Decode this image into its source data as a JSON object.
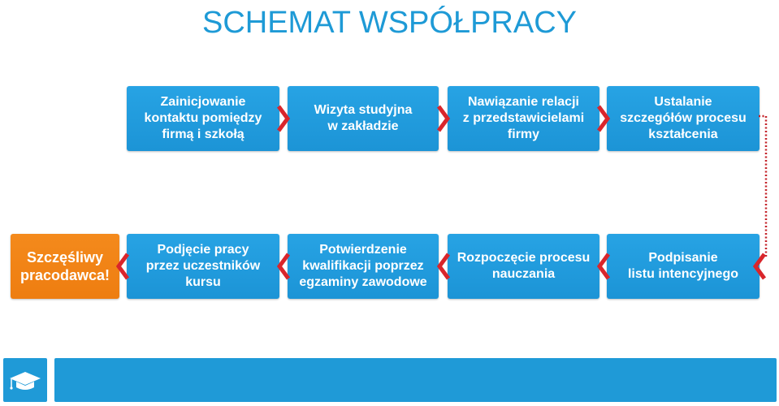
{
  "title": "SCHEMAT WSPÓŁPRACY",
  "row1": [
    {
      "lines": [
        "Zainicjowanie",
        "kontaktu pomiędzy",
        "firmą i szkołą"
      ]
    },
    {
      "lines": [
        "Wizyta studyjna",
        "w zakładzie"
      ]
    },
    {
      "lines": [
        "Nawiązanie relacji",
        "z przedstawicielami",
        "firmy"
      ]
    },
    {
      "lines": [
        "Ustalanie",
        "szczegółów procesu",
        "kształcenia"
      ]
    }
  ],
  "row2": [
    {
      "lines": [
        "Szczęśliwy",
        "pracodawca!"
      ]
    },
    {
      "lines": [
        "Podjęcie pracy",
        "przez uczestników",
        "kursu"
      ]
    },
    {
      "lines": [
        "Potwierdzenie",
        "kwalifikacji poprzez",
        "egzaminy zawodowe"
      ]
    },
    {
      "lines": [
        "Rozpoczęcie procesu",
        "nauczania"
      ]
    },
    {
      "lines": [
        "Podpisanie",
        "listu intencyjnego"
      ]
    }
  ],
  "colors": {
    "title": "#1e9ad6",
    "box_blue": "#1f9ad7",
    "box_orange": "#f08012",
    "chevron": "#d9252b",
    "dotted_line": "#c4232a"
  },
  "icons": {
    "footer": "graduation-cap-icon",
    "connector": "chevron-icon"
  }
}
